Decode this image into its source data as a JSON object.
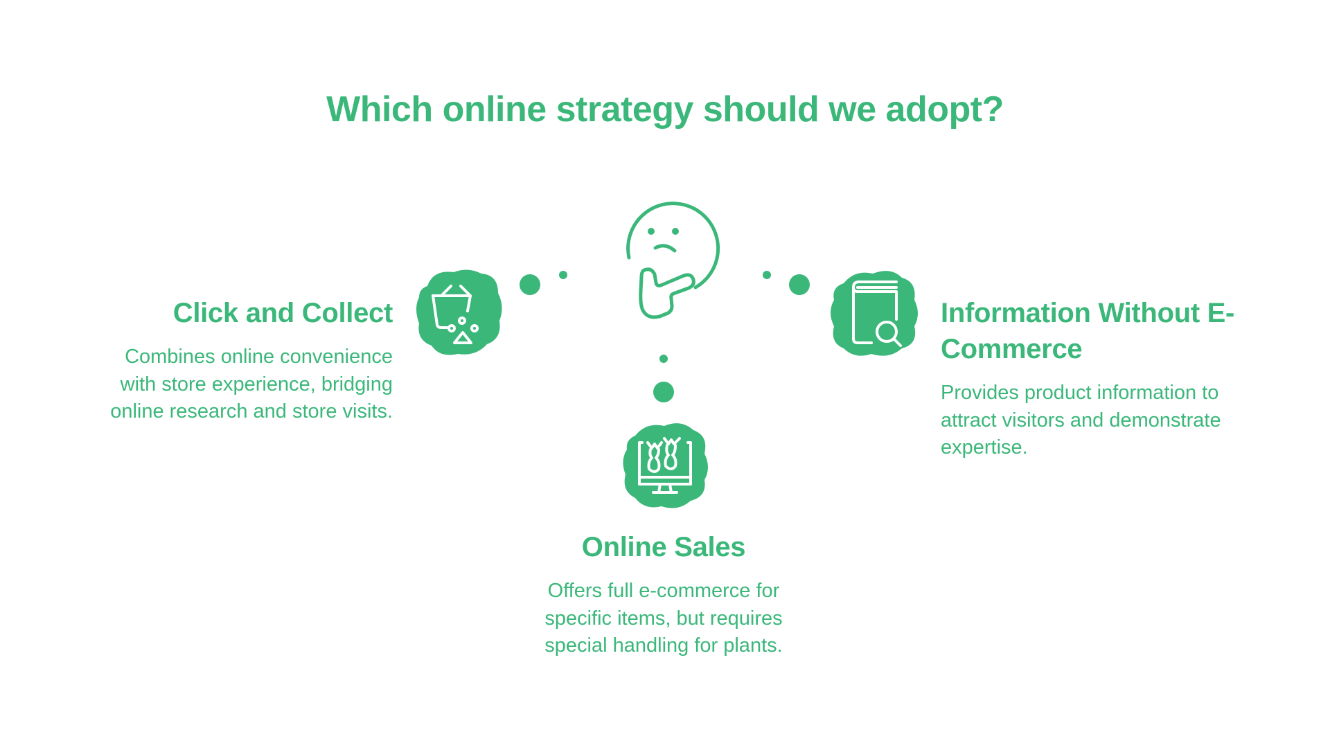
{
  "title": "Which online strategy should we adopt?",
  "colors": {
    "accent": "#3bb77a",
    "background": "#ffffff",
    "icon_stroke": "#ffffff"
  },
  "center": {
    "icon": "thinking-face-icon"
  },
  "options": [
    {
      "title": "Click and Collect",
      "description_lines": [
        "Combines online convenience",
        "with store experience, bridging",
        "online research and store visits."
      ],
      "icon": "basket-paw-icon",
      "position": "left"
    },
    {
      "title_lines": [
        "Information Without E-",
        "Commerce"
      ],
      "description_lines": [
        "Provides product information to",
        "attract visitors and demonstrate",
        "expertise."
      ],
      "icon": "book-search-icon",
      "position": "right"
    },
    {
      "title": "Online Sales",
      "description_lines": [
        "Offers full e-commerce for",
        "specific items, but requires",
        "special handling for plants."
      ],
      "icon": "monitor-plants-icon",
      "position": "bottom"
    }
  ]
}
